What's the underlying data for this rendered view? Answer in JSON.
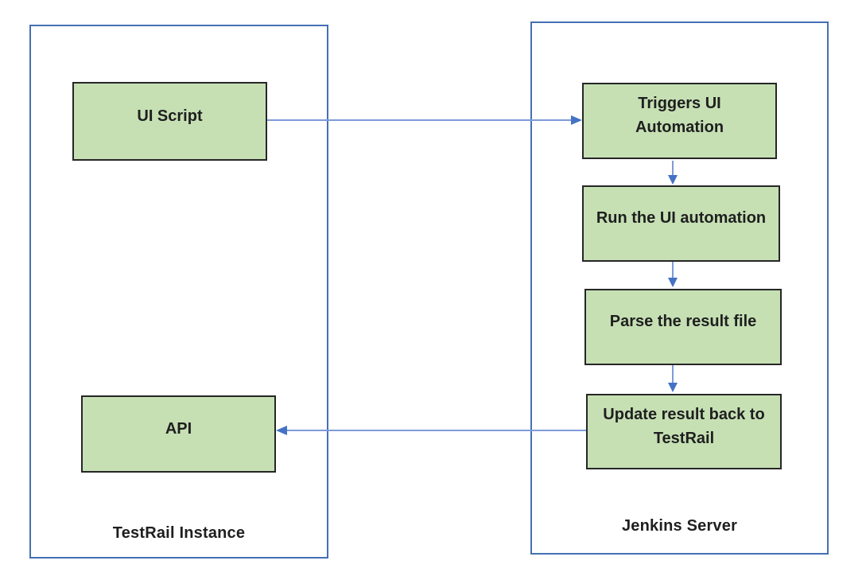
{
  "diagram": {
    "type": "flowchart",
    "containers": {
      "testrail": {
        "label": "TestRail Instance"
      },
      "jenkins": {
        "label": "Jenkins Server"
      }
    },
    "nodes": {
      "ui_script": {
        "label": "UI Script",
        "lines": [
          "UI Script"
        ]
      },
      "api": {
        "label": "API",
        "lines": [
          "API"
        ]
      },
      "triggers": {
        "label": "Triggers UI Automation",
        "lines": [
          "Triggers UI",
          "Automation"
        ]
      },
      "run": {
        "label": "Run the UI automation",
        "lines": [
          "Run the UI automation"
        ]
      },
      "parse": {
        "label": "Parse the result file",
        "lines": [
          "Parse the result file"
        ]
      },
      "update": {
        "label": "Update result back to TestRail",
        "lines": [
          "Update result back to",
          "TestRail"
        ]
      }
    },
    "edges": [
      {
        "from": "ui_script",
        "to": "triggers",
        "direction": "right"
      },
      {
        "from": "triggers",
        "to": "run",
        "direction": "down"
      },
      {
        "from": "run",
        "to": "parse",
        "direction": "down"
      },
      {
        "from": "parse",
        "to": "update",
        "direction": "down"
      },
      {
        "from": "update",
        "to": "api",
        "direction": "left"
      }
    ]
  },
  "colors": {
    "background": "#ffffff",
    "node_fill": "#c6e0b4",
    "node_border": "#262626",
    "container_border": "#4470b4",
    "arrow_shaft": "#7d9bd8",
    "arrow_head": "#4472c4",
    "text": "#1f1f1f"
  }
}
